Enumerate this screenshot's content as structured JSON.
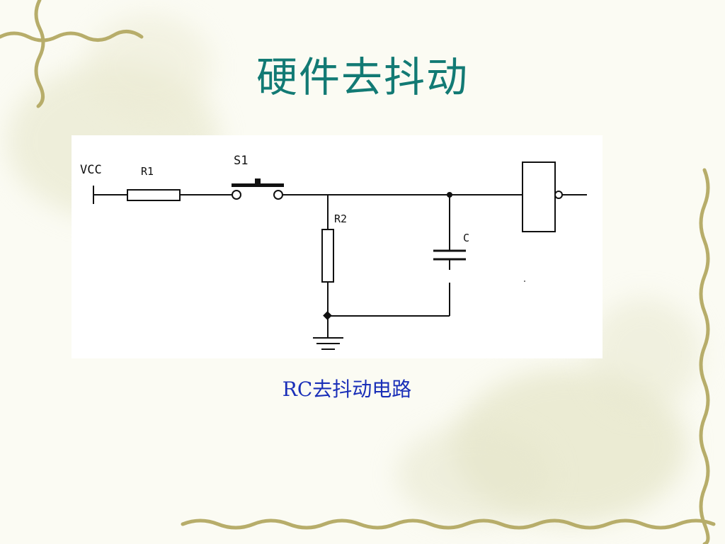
{
  "slide": {
    "title": "硬件去抖动",
    "caption": "RC去抖动电路"
  },
  "diagram": {
    "labels": {
      "vcc": "VCC",
      "r1": "R1",
      "s1": "S1",
      "r2": "R2",
      "c": "C"
    }
  },
  "colors": {
    "title": "#127a74",
    "caption": "#1a2fb8",
    "vine": "#b7ad6a",
    "circuit": "#111111"
  },
  "icons": [
    "vine-border-top-left",
    "vine-border-right",
    "vine-border-bottom",
    "flower-watermark"
  ]
}
